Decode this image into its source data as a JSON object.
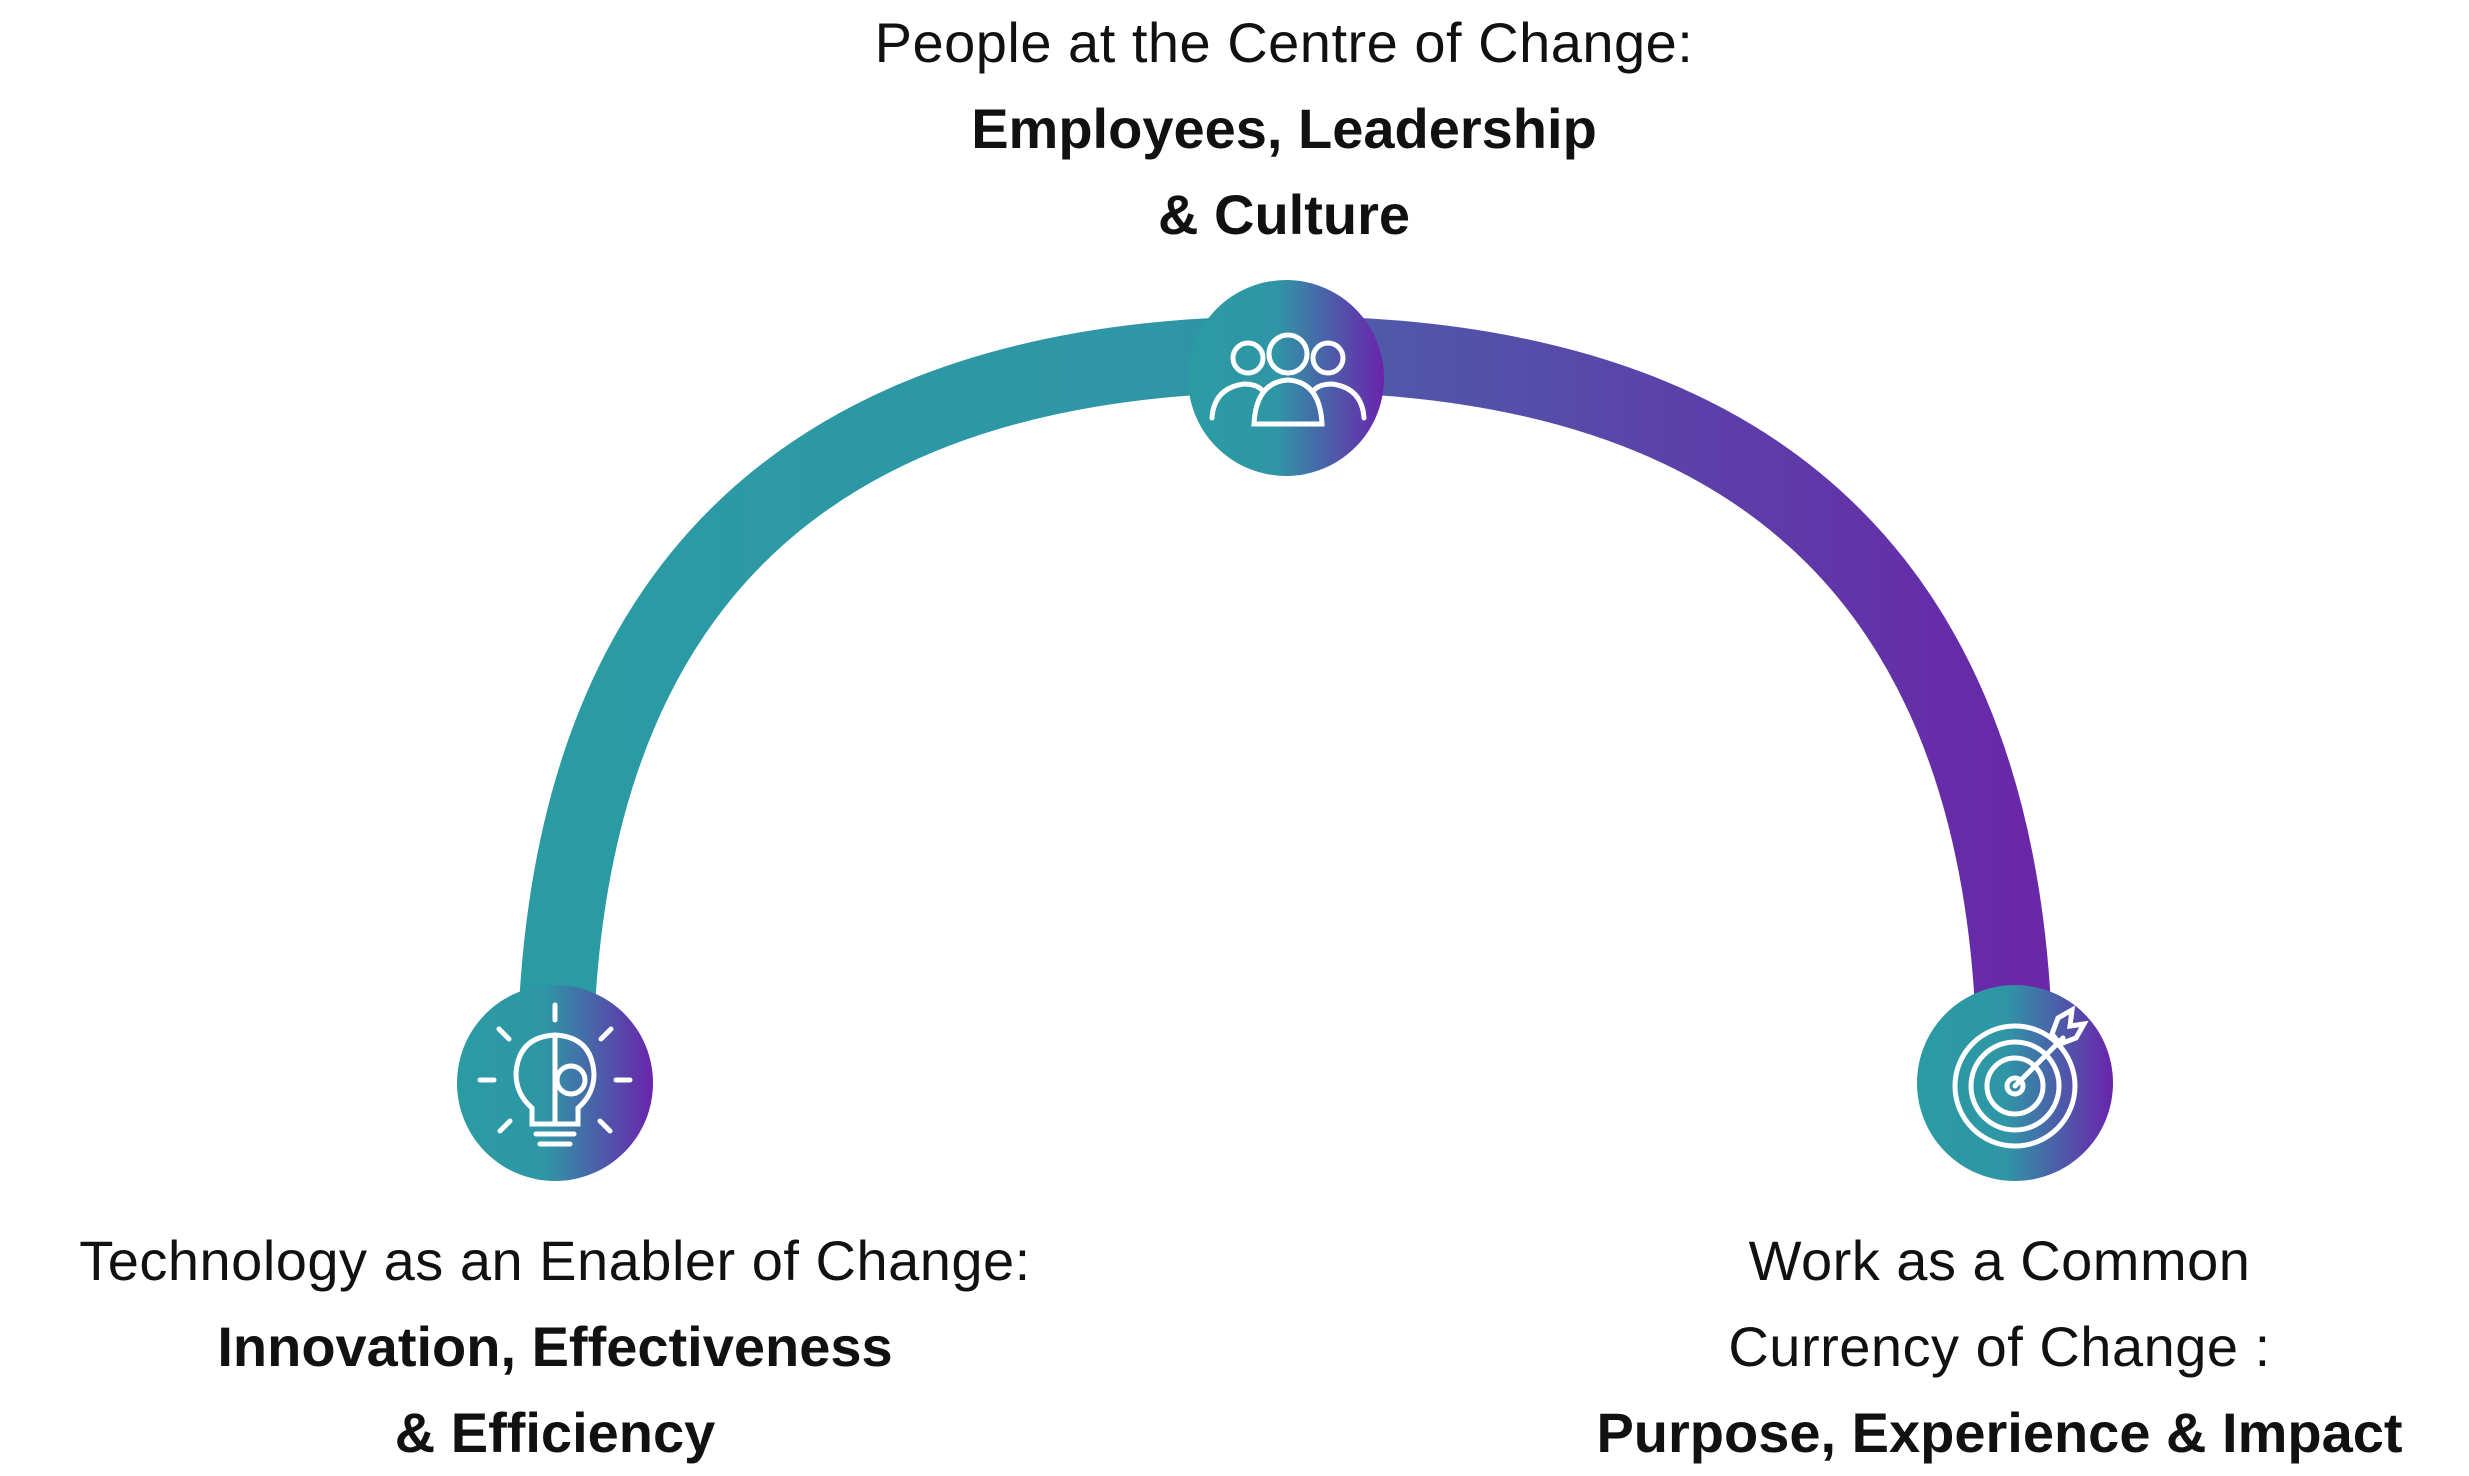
{
  "colors": {
    "teal": "#2A9BA3",
    "purple": "#6828A8",
    "text": "#111111",
    "icon_stroke": "#ffffff"
  },
  "nodes": {
    "top": {
      "icon": "people-group-icon",
      "heading": "People at the Centre of Change:",
      "bold_line1": "Employees, Leadership",
      "bold_line2": "& Culture"
    },
    "left": {
      "icon": "lightbulb-gear-icon",
      "heading": "Technology as an Enabler of Change:",
      "bold_line1": "Innovation, Effectiveness",
      "bold_line2": "& Efficiency"
    },
    "right": {
      "icon": "target-arrow-icon",
      "heading_line1": "Work as a Common",
      "heading_line2": "Currency of Change :",
      "bold_line1": "Purpose, Experience & Impact"
    }
  }
}
